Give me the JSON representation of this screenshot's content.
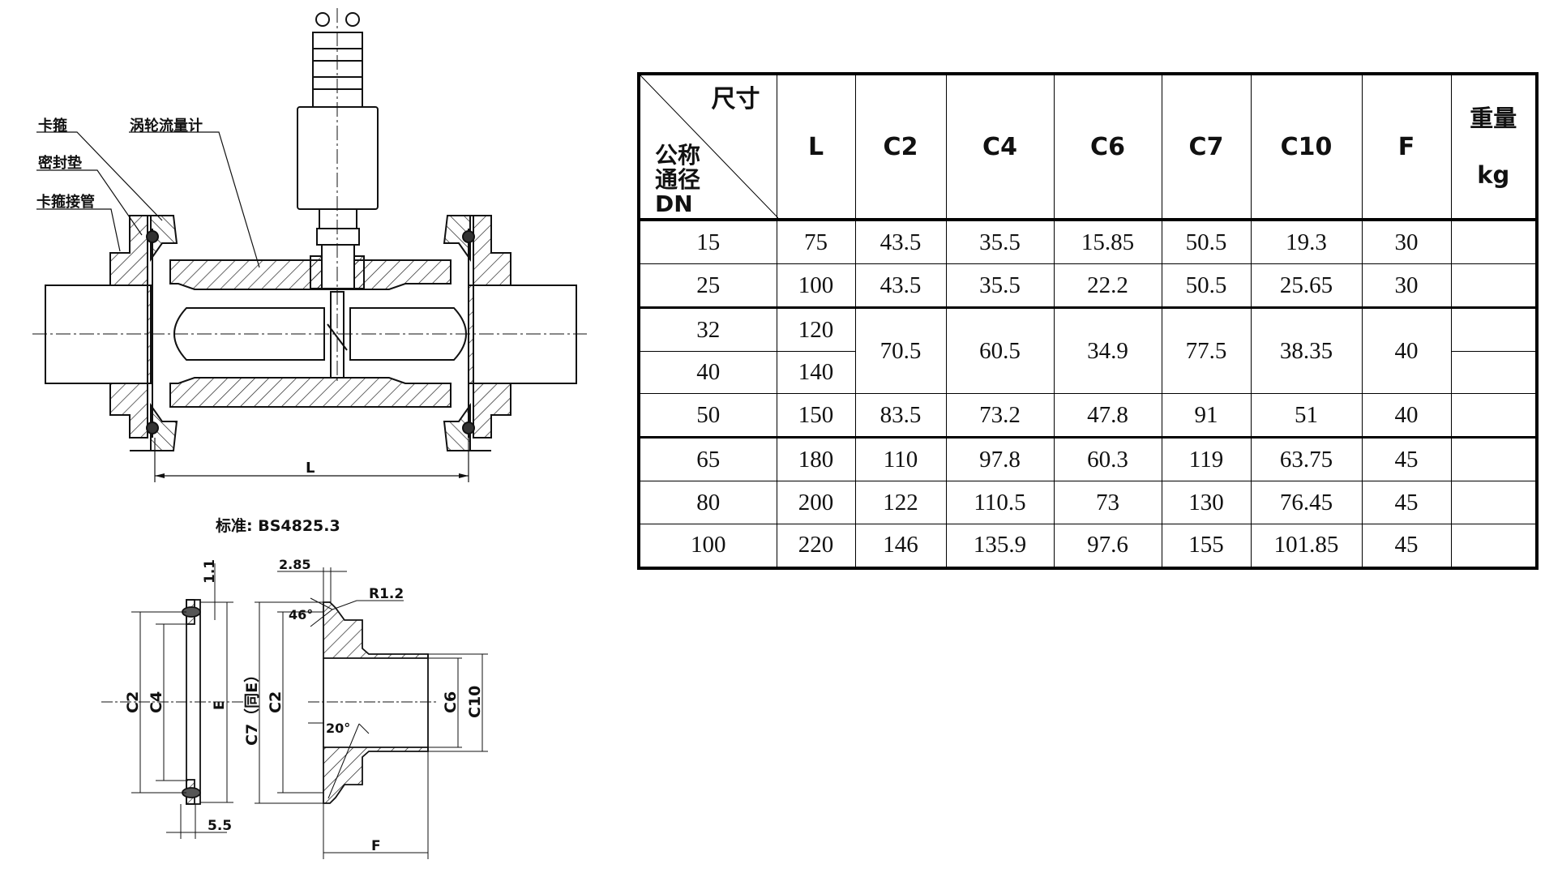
{
  "drawing": {
    "labels": {
      "clamp": "卡箍",
      "gasket": "密封垫",
      "ferrule": "卡箍接管",
      "turbine_flowmeter": "涡轮流量计"
    },
    "length_dim": "L",
    "standard": "标准: BS4825.3",
    "detail_dims": {
      "gasket_c2": "C2",
      "gasket_c4": "C4",
      "gasket_e": "E",
      "gasket_thickness": "1.1",
      "gasket_width": "5.5",
      "ferrule_c7": "C7（同E）",
      "ferrule_c2": "C2",
      "ferrule_c6": "C6",
      "ferrule_c10": "C10",
      "ferrule_f": "F",
      "dim_285": "2.85",
      "radius": "R1.2",
      "angle_46": "46°",
      "angle_20": "20°"
    }
  },
  "table": {
    "header": {
      "corner_top": "尺寸",
      "corner_bottom_1": "公称",
      "corner_bottom_2": "通径",
      "corner_bottom_3": "DN",
      "columns": [
        "L",
        "C2",
        "C4",
        "C6",
        "C7",
        "C10",
        "F"
      ],
      "weight_1": "重量",
      "weight_2": "kg"
    },
    "rows": [
      {
        "dn": "15",
        "L": "75",
        "C2": "43.5",
        "C4": "35.5",
        "C6": "15.85",
        "C7": "50.5",
        "C10": "19.3",
        "F": "30"
      },
      {
        "dn": "25",
        "L": "100",
        "C2": "43.5",
        "C4": "35.5",
        "C6": "22.2",
        "C7": "50.5",
        "C10": "25.65",
        "F": "30"
      },
      {
        "dn": "32",
        "L": "120",
        "C2": "70.5",
        "C4": "60.5",
        "C6": "34.9",
        "C7": "77.5",
        "C10": "38.35",
        "F": "40"
      },
      {
        "dn": "40",
        "L": "140"
      },
      {
        "dn": "50",
        "L": "150",
        "C2": "83.5",
        "C4": "73.2",
        "C6": "47.8",
        "C7": "91",
        "C10": "51",
        "F": "40"
      },
      {
        "dn": "65",
        "L": "180",
        "C2": "110",
        "C4": "97.8",
        "C6": "60.3",
        "C7": "119",
        "C10": "63.75",
        "F": "45"
      },
      {
        "dn": "80",
        "L": "200",
        "C2": "122",
        "C4": "110.5",
        "C6": "73",
        "C7": "130",
        "C10": "76.45",
        "F": "45"
      },
      {
        "dn": "100",
        "L": "220",
        "C2": "146",
        "C4": "135.9",
        "C6": "97.6",
        "C7": "155",
        "C10": "101.85",
        "F": "45"
      }
    ]
  }
}
